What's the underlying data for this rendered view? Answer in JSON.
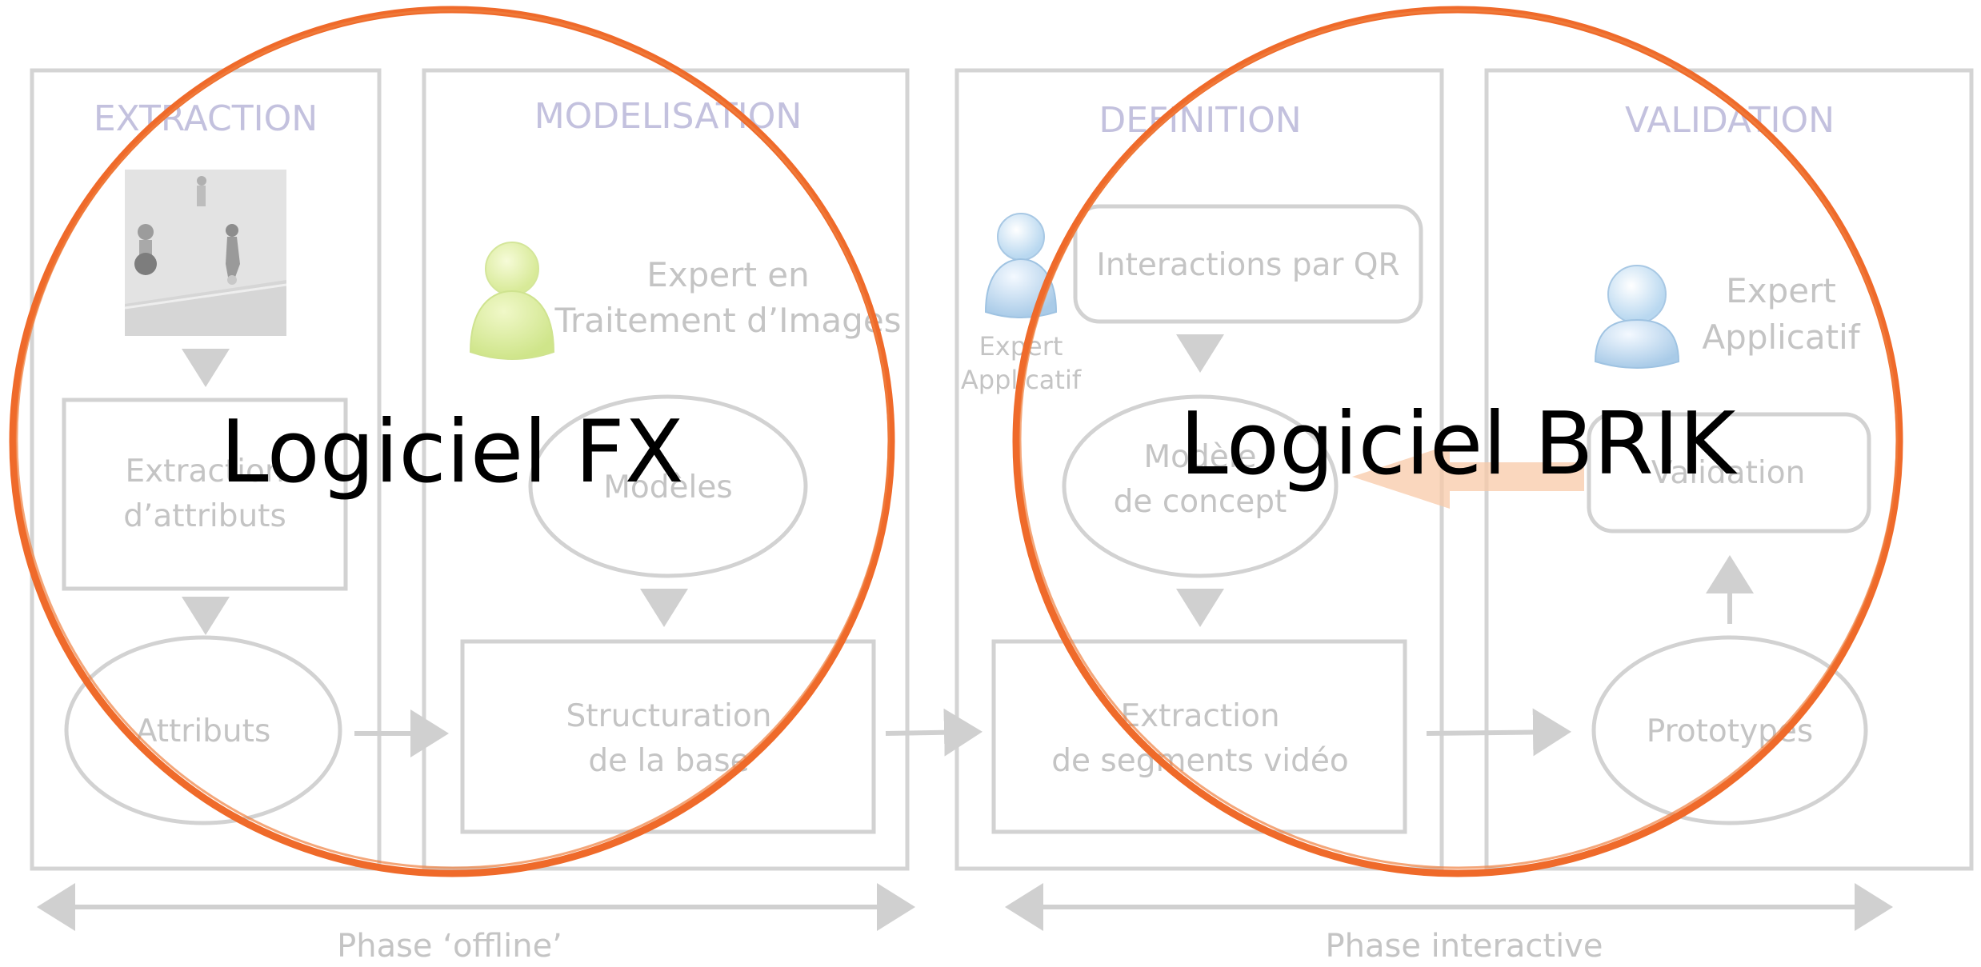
{
  "sections": {
    "extraction": "EXTRACTION",
    "modelisation": "MODELISATION",
    "definition": "DEFINITION",
    "validation": "VALIDATION"
  },
  "extraction": {
    "box_line1": "Extraction",
    "box_line2": "d’attributs",
    "ellipse": "Attributs"
  },
  "modelisation": {
    "expert_line1": "Expert en",
    "expert_line2": "Traitement d’Images",
    "ellipse": "Modèles",
    "box_line1": "Structuration",
    "box_line2": "de la base"
  },
  "definition": {
    "expert_line1": "Expert",
    "expert_line2": "Applicatif",
    "interactions": "Interactions par QR",
    "ellipse_line1": "Modèle",
    "ellipse_line2": "de concept",
    "box_line1": "Extraction",
    "box_line2": "de segments vidéo"
  },
  "validation": {
    "expert_line1": "Expert",
    "expert_line2": "Applicatif",
    "box": "Validation",
    "ellipse": "Prototypes"
  },
  "phases": {
    "offline": "Phase ‘offline’",
    "interactive": "Phase interactive"
  },
  "overlays": {
    "fx": "Logiciel FX",
    "brik": "Logiciel BRIK"
  },
  "icons": {
    "green_user": "user-icon-green",
    "blue_user": "user-icon-blue",
    "thumbnail": "video-frame-thumbnail"
  },
  "colors": {
    "ring": "#ef6a2a",
    "feedback_arrow": "#f8c9a8",
    "section_title": "#c3c1de",
    "faded_text": "#c4c4c4",
    "frame": "#d4d4d4"
  }
}
